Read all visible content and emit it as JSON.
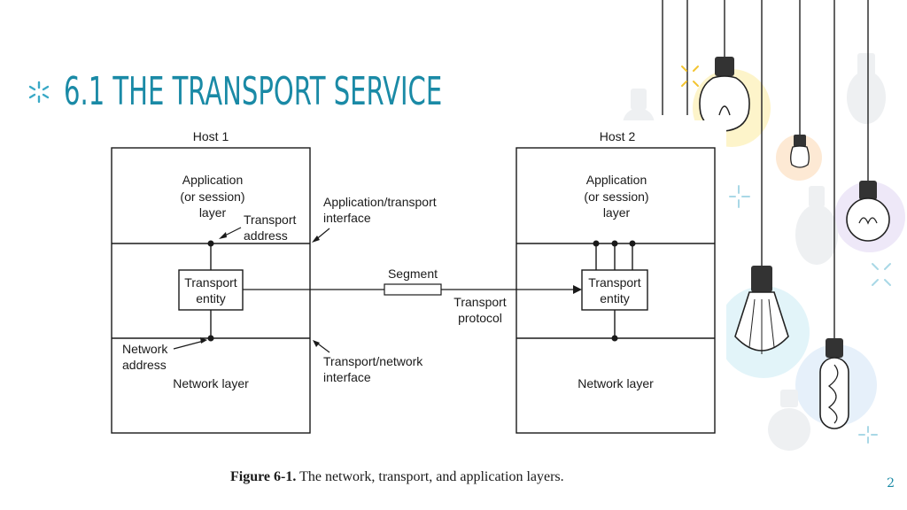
{
  "slide": {
    "title": "6.1 THE TRANSPORT SERVICE",
    "page_number": "2",
    "accent_color": "#1a8aa6"
  },
  "diagram": {
    "host1": {
      "label": "Host 1",
      "app_line1": "Application",
      "app_line2": "(or session)",
      "app_line3": "layer",
      "entity_line1": "Transport",
      "entity_line2": "entity",
      "network_label": "Network layer"
    },
    "host2": {
      "label": "Host 2",
      "app_line1": "Application",
      "app_line2": "(or session)",
      "app_line3": "layer",
      "entity_line1": "Transport",
      "entity_line2": "entity",
      "network_label": "Network layer"
    },
    "annotations": {
      "transport_address_1": "Transport",
      "transport_address_2": "address",
      "app_transport_1": "Application/transport",
      "app_transport_2": "interface",
      "network_address_1": "Network",
      "network_address_2": "address",
      "transport_network_1": "Transport/network",
      "transport_network_2": "interface",
      "segment": "Segment",
      "transport_protocol_1": "Transport",
      "transport_protocol_2": "protocol"
    },
    "caption_label": "Figure 6-1.",
    "caption_text": "The network, transport, and application layers."
  },
  "decoration": {
    "icons": [
      "sparkle-icon",
      "light-bulb-icon"
    ]
  }
}
